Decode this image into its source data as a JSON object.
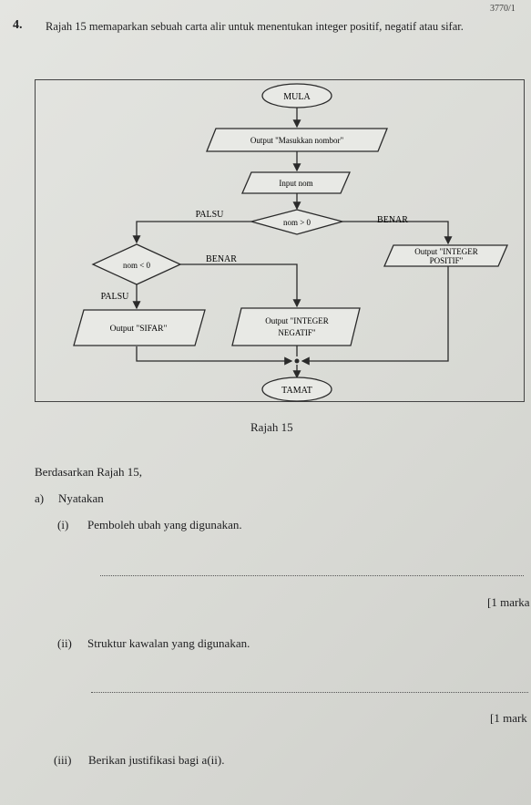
{
  "header": {
    "code": "3770/1"
  },
  "question": {
    "number": "4.",
    "text": "Rajah 15 memaparkan sebuah carta alir untuk menentukan integer positif, negatif atau sifar."
  },
  "flowchart": {
    "start": "MULA",
    "output_prompt": "Output \"Masukkan nombor\"",
    "input": "Input nom",
    "decision1": "nom > 0",
    "decision1_false": "PALSU",
    "decision1_true": "BENAR",
    "decision2": "nom < 0",
    "decision2_true": "BENAR",
    "decision2_false": "PALSU",
    "output_positive_1": "Output \"INTEGER",
    "output_positive_2": "POSITIF\"",
    "output_negative_1": "Output \"INTEGER",
    "output_negative_2": "NEGATIF\"",
    "output_zero": "Output \"SIFAR\"",
    "end": "TAMAT",
    "colors": {
      "line": "#2a2a2a",
      "box_fill": "#e8e9e5"
    }
  },
  "caption": "Rajah 15",
  "intro": "Berdasarkan Rajah 15,",
  "part_a": {
    "label": "a)",
    "instruction": "Nyatakan",
    "items": [
      {
        "num": "(i)",
        "text": "Pemboleh ubah yang digunakan.",
        "marks": "[1 marka"
      },
      {
        "num": "(ii)",
        "text": "Struktur kawalan yang digunakan.",
        "marks": "[1 mark"
      },
      {
        "num": "(iii)",
        "text": "Berikan justifikasi bagi a(ii)."
      }
    ]
  }
}
